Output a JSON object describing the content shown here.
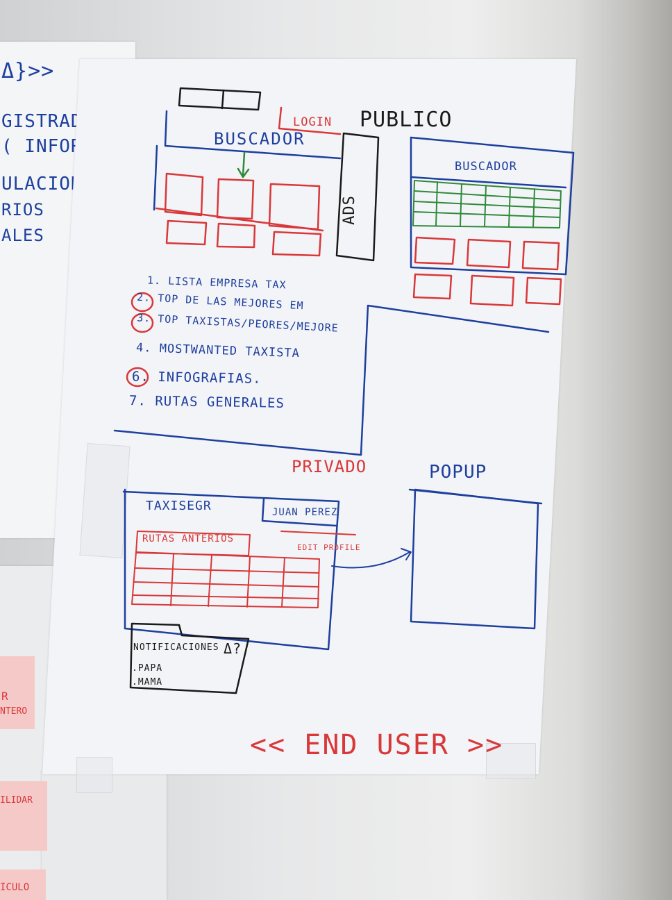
{
  "left_sheet": {
    "lines": [
      "Δ}>>",
      "GISTRADOS",
      "( INFORMALES)",
      "ULACION",
      "RIOS",
      "ALES"
    ],
    "notes": [
      "R",
      "NTERO",
      "ILIDAR",
      "ICULO"
    ]
  },
  "main_sheet": {
    "public_title": "PUBLICO",
    "login_label": "LOGIN",
    "buscador_left": "BUSCADOR",
    "ads_label": "ADS",
    "buscador_right": "BUSCADOR",
    "list": [
      "1. LISTA EMPRESA TAX",
      "2. TOP DE LAS MEJORES EM",
      "3. TOP TAXISTAS/PEORES/MEJORE",
      "4. MOSTWANTED TAXISTA",
      "6. INFOGRAFIAS.",
      "7. RUTAS GENERALES"
    ],
    "private_title": "PRIVADO",
    "popup_title": "POPUP",
    "taxi_logo": "TAXISEGR",
    "user_name": "JUAN PEREZ",
    "edit_profile": "EDIT PROFILE",
    "rutas_tab": "RUTAS ANTERIOS",
    "notifications_title": "NOTIFICACIONES",
    "notifications_icon": "Δ?",
    "notifications_items": [
      ".PAPA",
      ".MAMA"
    ],
    "footer": "<< END USER >>"
  },
  "colors": {
    "blue_marker": "#1d3f9e",
    "red_marker": "#d8383a",
    "green_marker": "#2f8a3a",
    "black_marker": "#1a1a1a"
  }
}
